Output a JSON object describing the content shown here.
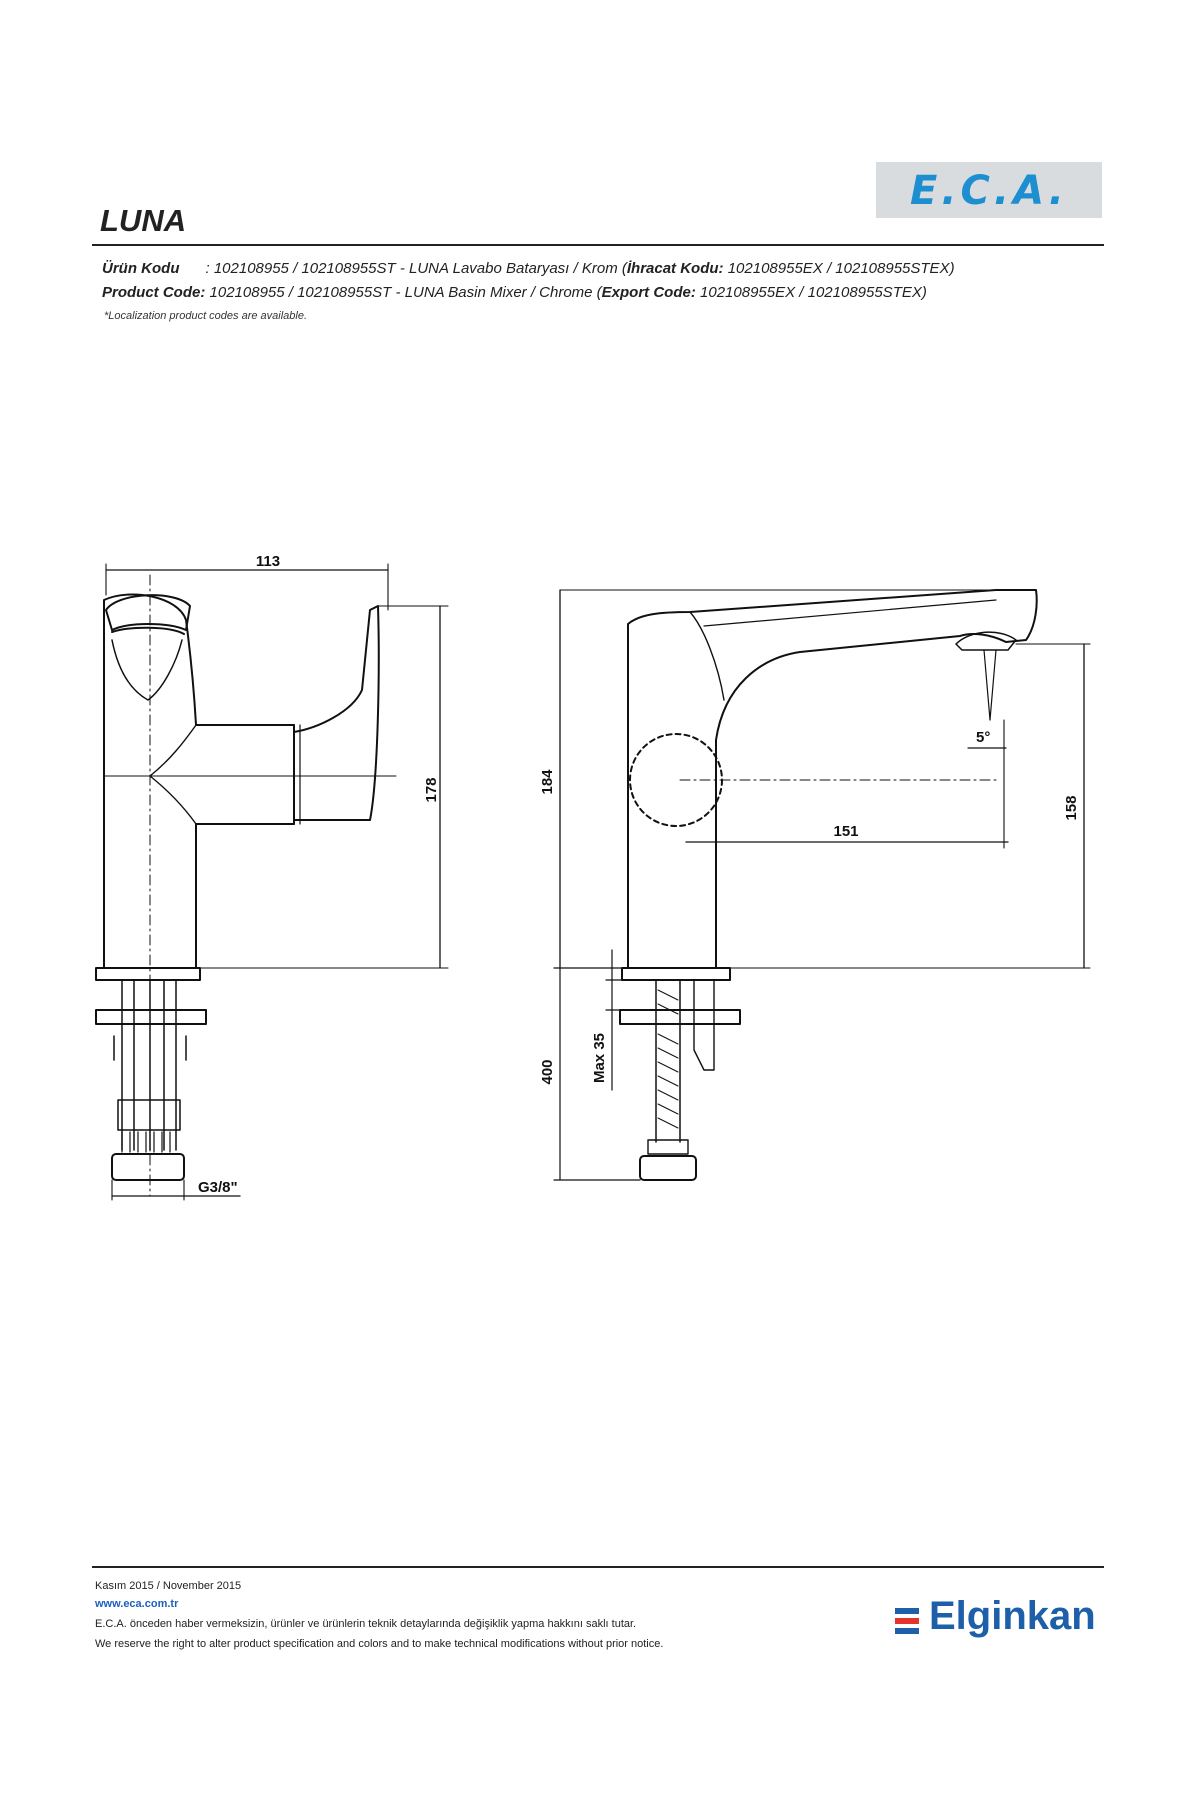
{
  "header": {
    "brand_logo": "E.C.A.",
    "product_title": "LUNA",
    "tr_label": "Ürün Kodu",
    "tr_codes": ": 102108955 / 102108955ST - LUNA Lavabo Bataryası / Krom (",
    "tr_export_label": "İhracat Kodu:",
    "tr_export_codes": " 102108955EX / 102108955STEX)",
    "en_label": "Product Code:",
    "en_codes": " 102108955 / 102108955ST - LUNA Basin Mixer / Chrome (",
    "en_export_label": "Export Code:",
    "en_export_codes": " 102108955EX / 102108955STEX)",
    "note": "*Localization product codes are available."
  },
  "drawing": {
    "dimensions": {
      "side_width": "113",
      "side_height": "178",
      "front_height": "184",
      "spout_reach": "151",
      "spout_height": "158",
      "spout_angle": "5°",
      "hose_length": "400",
      "max_thickness": "Max 35",
      "thread": "G3/8\""
    }
  },
  "footer": {
    "date": "Kasım 2015 / November 2015",
    "url": "www.eca.com.tr",
    "disclaimer_tr": "E.C.A. önceden haber vermeksizin, ürünler ve ürünlerin teknik detaylarında değişiklik yapma hakkını saklı tutar.",
    "disclaimer_en": "We reserve the right to alter product specification and colors and to make technical modifications without prior notice.",
    "partner_logo": "Elginkan",
    "partner_color": "#1d5fa8",
    "partner_stripe_colors": [
      "#1d5fa8",
      "#e2342c",
      "#1d5fa8"
    ]
  }
}
